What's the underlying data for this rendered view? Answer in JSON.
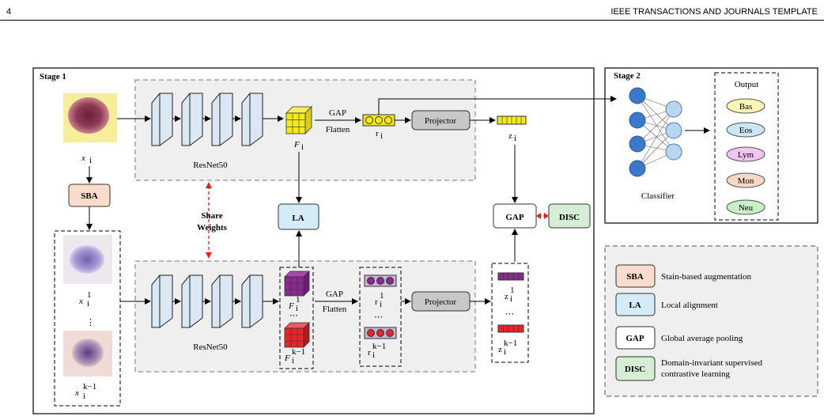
{
  "header": {
    "page_number": "4",
    "journal": "IEEE TRANSACTIONS AND JOURNALS TEMPLATE"
  },
  "figure": {
    "stage1": {
      "title": "Stage 1",
      "input_main": "x",
      "input_main_sub": "i",
      "sba": "SBA",
      "share_weights_line1": "Share",
      "share_weights_line2": "Weights",
      "resnet_top": "ResNet50",
      "resnet_bottom": "ResNet50",
      "feature_top": "F",
      "feature_top_sub": "i",
      "gap_flatten_top_1": "GAP",
      "gap_flatten_top_2": "Flatten",
      "r_top": "r",
      "r_top_sub": "i",
      "projector_top": "Projector",
      "z_top": "z",
      "z_top_sub": "i",
      "la": "LA",
      "gap_box": "GAP",
      "disc_box": "DISC",
      "aug_1": "x",
      "aug_1_sub": "i",
      "aug_1_sup": "1",
      "aug_dots": "⋮",
      "aug_k": "x",
      "aug_k_sub": "i",
      "aug_k_sup": "k−1",
      "feat_1": "F",
      "feat_1_sub": "i",
      "feat_1_sup": "1",
      "feat_dots": "⋯",
      "feat_k": "F",
      "feat_k_sub": "i",
      "feat_k_sup": "k−1",
      "gap_flatten_bot_1": "GAP",
      "gap_flatten_bot_2": "Flatten",
      "r_1": "r",
      "r_1_sub": "i",
      "r_1_sup": "1",
      "r_dots": "⋯",
      "r_k": "r",
      "r_k_sub": "i",
      "r_k_sup": "k−1",
      "projector_bot": "Projector",
      "z_1": "z",
      "z_1_sub": "i",
      "z_1_sup": "1",
      "z_dots": "⋯",
      "z_k": "z",
      "z_k_sub": "i",
      "z_k_sup": "k−1"
    },
    "stage2": {
      "title": "Stage 2",
      "classifier": "Classifier",
      "output_title": "Output",
      "outputs": [
        {
          "label": "Bas",
          "color": "#fbf6b4"
        },
        {
          "label": "Eos",
          "color": "#c8e6f4"
        },
        {
          "label": "Lym",
          "color": "#f2c4ef"
        },
        {
          "label": "Mon",
          "color": "#f9d8c8"
        },
        {
          "label": "Neu",
          "color": "#c9efc6"
        }
      ]
    },
    "legend": [
      {
        "key": "SBA",
        "desc": "Stain-based augmentation",
        "color": "#f9dccb"
      },
      {
        "key": "LA",
        "desc": "Local alignment",
        "color": "#d4ecf8"
      },
      {
        "key": "GAP",
        "desc": "Global average pooling",
        "color": "#ffffff"
      },
      {
        "key": "DISC",
        "desc_line1": "Domain-invariant supervised",
        "desc_line2": "contrastive learning",
        "color": "#d6eed3"
      }
    ],
    "colors": {
      "panel_bg": "#efefef",
      "resnet_fill": "#dbe8f3",
      "cube_yellow": "#f2ea1f",
      "cube_purple": "#8a2a8f",
      "cube_red": "#e8242a",
      "node_blue": "#3a78c9",
      "node_light": "#b9d6f0",
      "share_arrow": "#e0221c"
    }
  }
}
